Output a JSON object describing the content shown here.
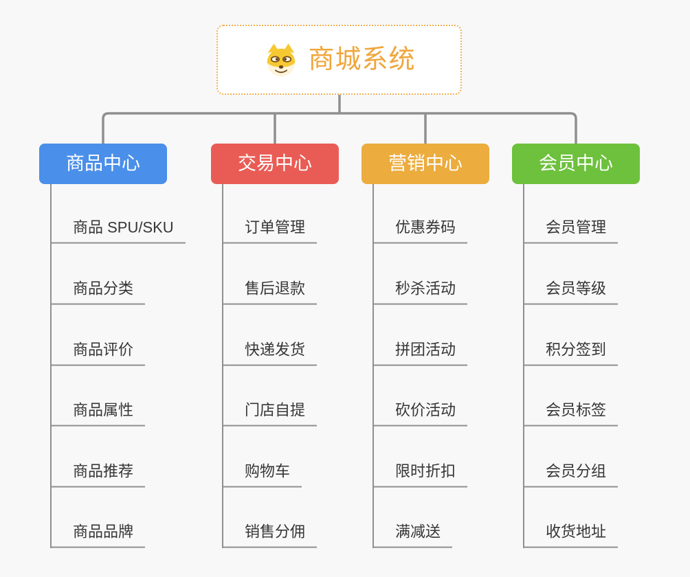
{
  "root": {
    "title": "商城系统",
    "icon": "dog-icon",
    "title_color": "#F0A63C",
    "border_color": "#F1AF52"
  },
  "connector_color": "#8F8F8F",
  "leaf_line_color": "#8F8F8F",
  "branches": [
    {
      "label": "商品中心",
      "color": "#4A8FE9",
      "items": [
        "商品 SPU/SKU",
        "商品分类",
        "商品评价",
        "商品属性",
        "商品推荐",
        "商品品牌"
      ]
    },
    {
      "label": "交易中心",
      "color": "#E95C55",
      "items": [
        "订单管理",
        "售后退款",
        "快递发货",
        "门店自提",
        "购物车",
        "销售分佣"
      ]
    },
    {
      "label": "营销中心",
      "color": "#ECAC3E",
      "items": [
        "优惠券码",
        "秒杀活动",
        "拼团活动",
        "砍价活动",
        "限时折扣",
        "满减送"
      ]
    },
    {
      "label": "会员中心",
      "color": "#6DC13C",
      "items": [
        "会员管理",
        "会员等级",
        "积分签到",
        "会员标签",
        "会员分组",
        "收货地址"
      ]
    }
  ]
}
